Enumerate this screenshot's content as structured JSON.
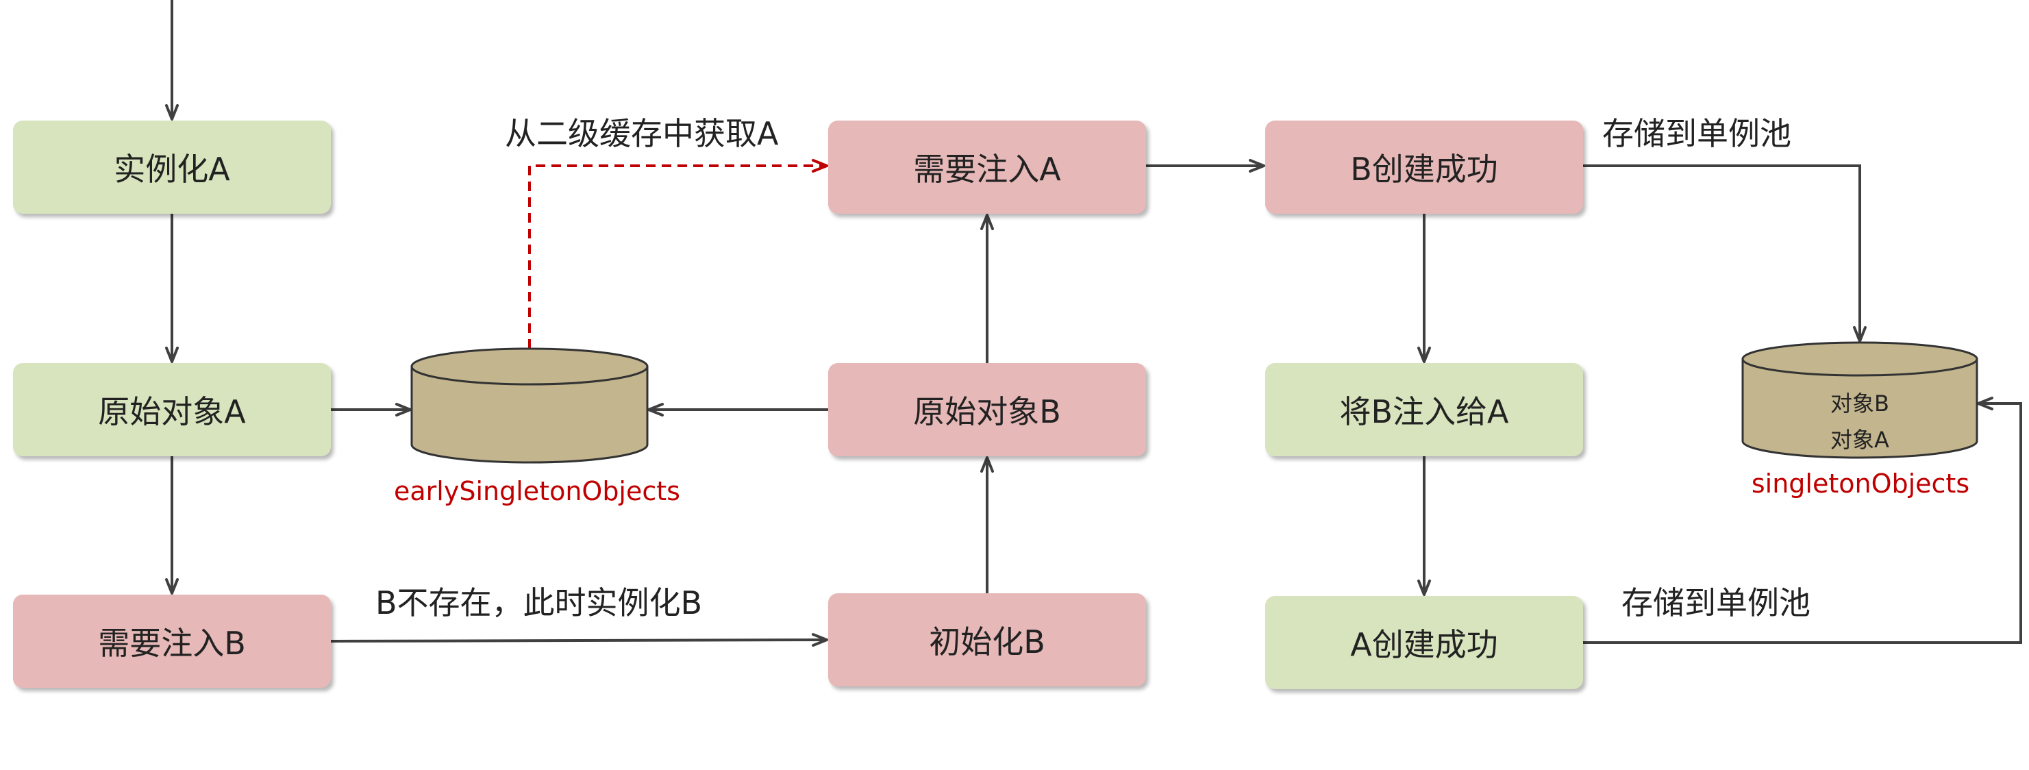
{
  "colors": {
    "green_node": "#d7e4bd",
    "pink_node": "#e6b8b7",
    "cylinder": "#c3b58e",
    "store_label": "#c00000",
    "edge": "#404040"
  },
  "nodes": {
    "instantiate_a": "实例化A",
    "raw_object_a": "原始对象A",
    "need_inject_b": "需要注入B",
    "init_b": "初始化B",
    "raw_object_b": "原始对象B",
    "need_inject_a": "需要注入A",
    "b_created": "B创建成功",
    "inject_b_into_a": "将B注入给A",
    "a_created": "A创建成功"
  },
  "edge_labels": {
    "get_from_second_cache": "从二级缓存中获取A",
    "b_not_exist": "B不存在，此时实例化B",
    "store_b": "存储到单例池",
    "store_a": "存储到单例池"
  },
  "stores": {
    "early": {
      "label": "earlySingletonObjects"
    },
    "singleton": {
      "label": "singletonObjects",
      "contents": [
        "对象B",
        "对象A"
      ]
    }
  }
}
